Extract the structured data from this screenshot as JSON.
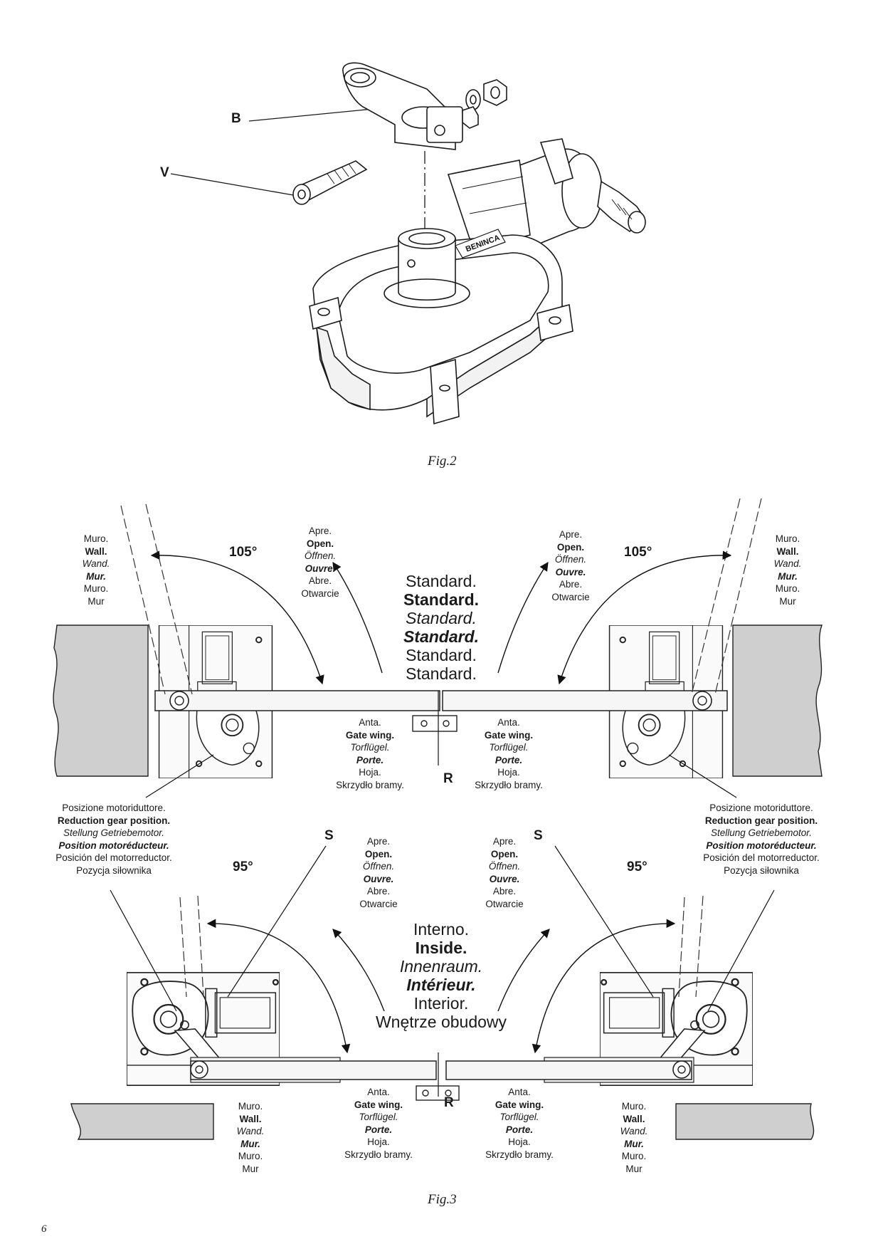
{
  "fig2": {
    "caption": "Fig.2",
    "callouts": {
      "b": "B",
      "v": "V"
    }
  },
  "fig3": {
    "caption": "Fig.3",
    "standard": {
      "angle": "105°",
      "wall": [
        "Muro.",
        "Wall.",
        "Wand.",
        "Mur.",
        "Muro.",
        "Mur"
      ],
      "open": [
        "Apre.",
        "Open.",
        "Öffnen.",
        "Ouvre.",
        "Abre.",
        "Otwarcie"
      ],
      "title": [
        "Standard.",
        "Standard.",
        "Standard.",
        "Standard.",
        "Standard.",
        "Standard."
      ],
      "gate_wing": [
        "Anta.",
        "Gate wing.",
        "Torflügel.",
        "Porte.",
        "Hoja.",
        "Skrzydło bramy."
      ],
      "stop_label": "R"
    },
    "position": [
      "Posizione motoriduttore.",
      "Reduction gear position.",
      "Stellung Getriebemotor.",
      "Position motoréducteur.",
      "Posición del motorreductor.",
      "Pozycja siłownika"
    ],
    "inside": {
      "angle": "95°",
      "lever_label": "S",
      "wall": [
        "Muro.",
        "Wall.",
        "Wand.",
        "Mur.",
        "Muro.",
        "Mur"
      ],
      "open": [
        "Apre.",
        "Open.",
        "Öffnen.",
        "Ouvre.",
        "Abre.",
        "Otwarcie"
      ],
      "title": [
        "Interno.",
        "Inside.",
        "Innenraum.",
        "Intérieur.",
        "Interior.",
        "Wnętrze obudowy"
      ],
      "gate_wing": [
        "Anta.",
        "Gate wing.",
        "Torflügel.",
        "Porte.",
        "Hoja.",
        "Skrzydło bramy."
      ],
      "stop_label": "R"
    }
  },
  "page_number": "6"
}
